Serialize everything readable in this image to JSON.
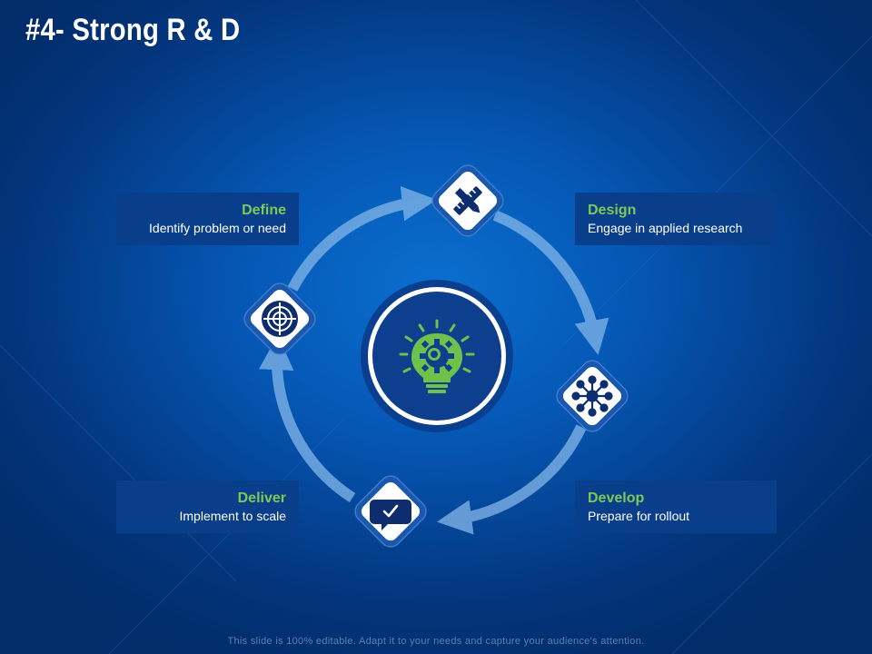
{
  "slide": {
    "title": "#4- Strong R & D",
    "footer": "This slide is 100% editable. Adapt it to your needs and capture your audience's attention."
  },
  "steps": [
    {
      "title": "Define",
      "description": "Identify  problem or need",
      "icon": "target-icon"
    },
    {
      "title": "Design",
      "description": "Engage in applied research",
      "icon": "ruler-pencil-icon"
    },
    {
      "title": "Develop",
      "description": "Prepare for rollout",
      "icon": "network-icon"
    },
    {
      "title": "Deliver",
      "description": "Implement  to scale",
      "icon": "chat-check-icon"
    }
  ],
  "center": {
    "icon": "lightbulb-gear-icon"
  },
  "colors": {
    "background": "#0556b3",
    "accent_green": "#7cc957",
    "icon_navy": "#0d2d6e",
    "arrow": "#7fb3e8",
    "card": "#093f8a"
  }
}
